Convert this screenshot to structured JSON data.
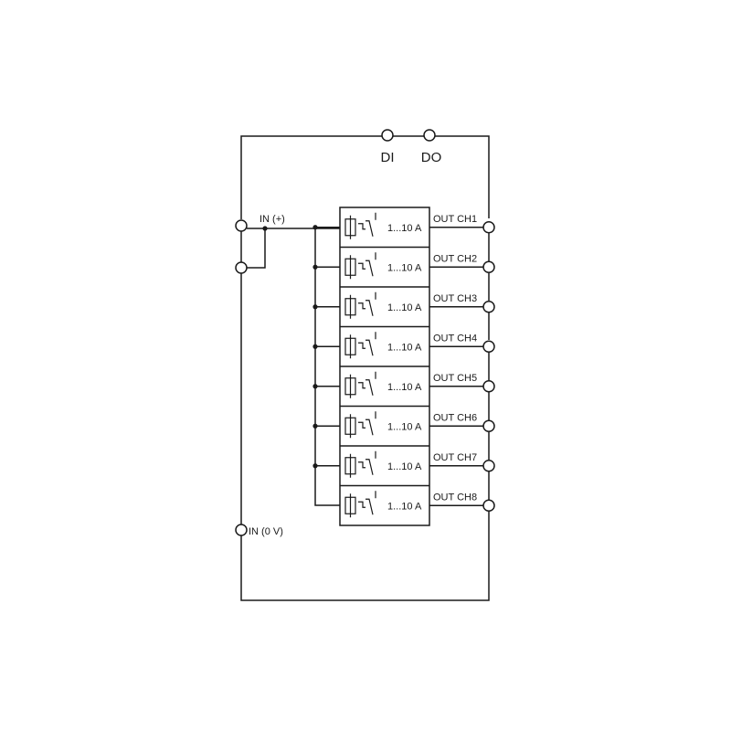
{
  "labels": {
    "di": "DI",
    "do": "DO",
    "in_plus": "IN (+)",
    "in_zero": "IN (0 V)"
  },
  "channels": [
    {
      "rating": "1...10 A",
      "output": "OUT CH1"
    },
    {
      "rating": "1...10 A",
      "output": "OUT CH2"
    },
    {
      "rating": "1...10 A",
      "output": "OUT CH3"
    },
    {
      "rating": "1...10 A",
      "output": "OUT CH4"
    },
    {
      "rating": "1...10 A",
      "output": "OUT CH5"
    },
    {
      "rating": "1...10 A",
      "output": "OUT CH6"
    },
    {
      "rating": "1...10 A",
      "output": "OUT CH7"
    },
    {
      "rating": "1...10 A",
      "output": "OUT CH8"
    }
  ],
  "colors": {
    "line": "#1a1a1a",
    "background": "#ffffff"
  }
}
